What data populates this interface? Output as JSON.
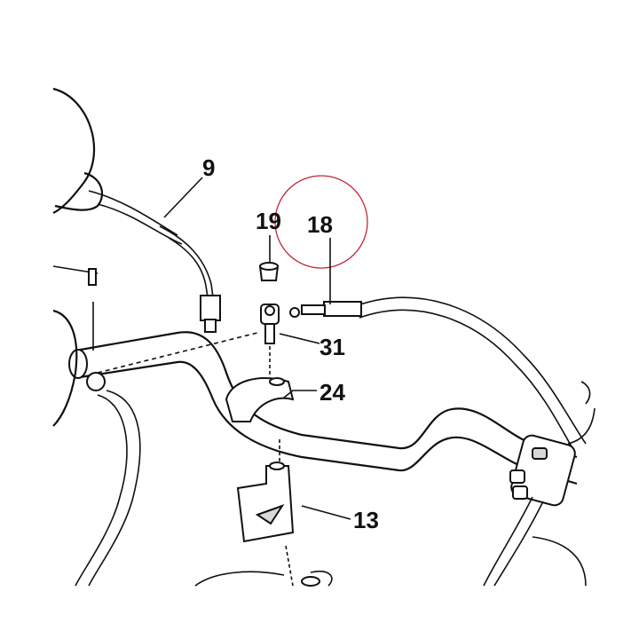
{
  "callouts": [
    {
      "id": "9",
      "text": "9"
    },
    {
      "id": "19",
      "text": "19"
    },
    {
      "id": "18",
      "text": "18"
    },
    {
      "id": "31",
      "text": "31"
    },
    {
      "id": "24",
      "text": "24"
    },
    {
      "id": "13",
      "text": "13"
    }
  ],
  "highlight_color": "#c0283a"
}
